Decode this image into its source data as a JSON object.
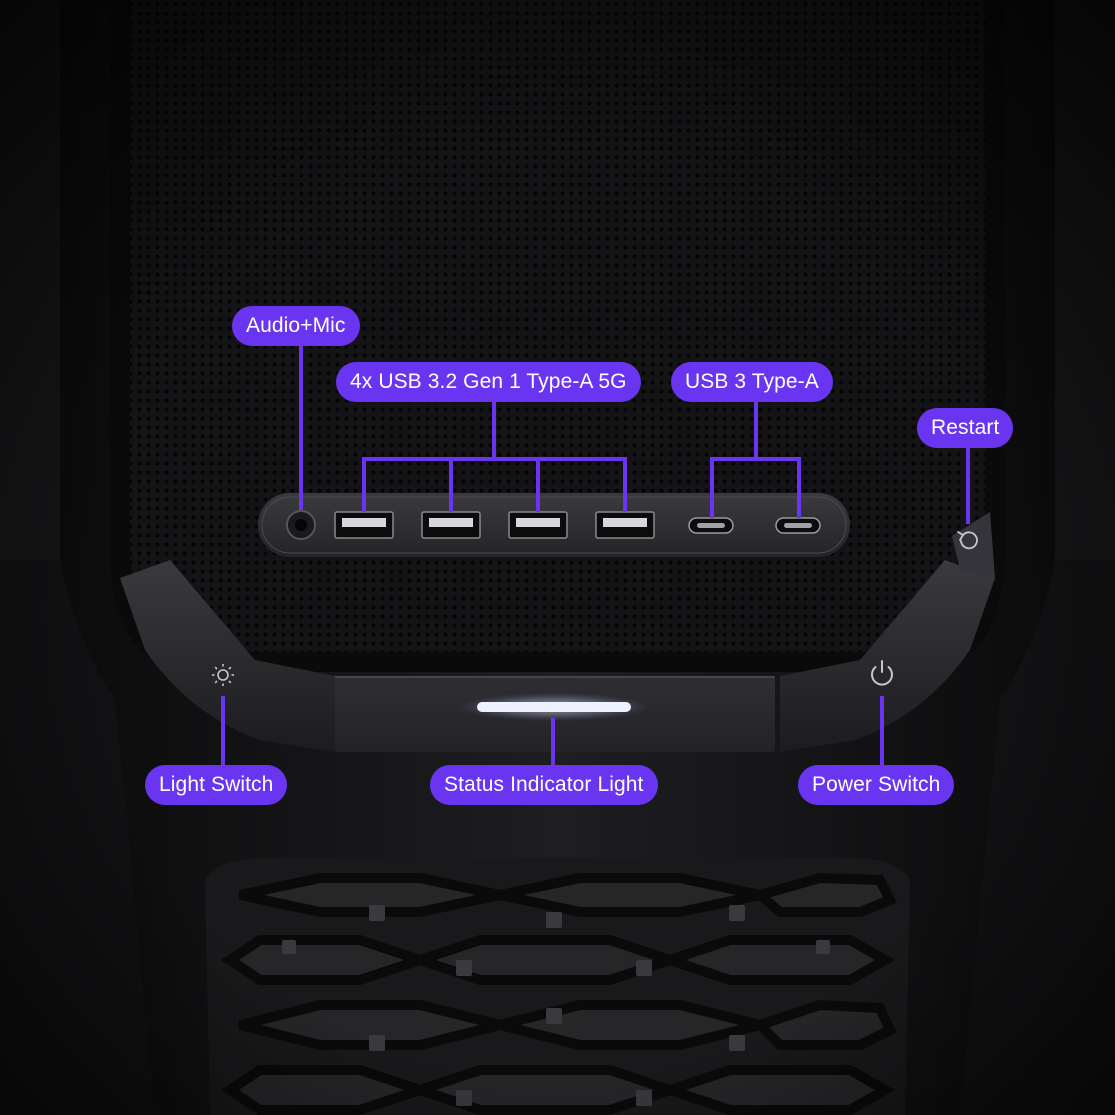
{
  "labels": {
    "audio_mic": "Audio+Mic",
    "usb_a": "4x USB 3.2 Gen 1 Type-A 5G",
    "usb_c": "USB 3 Type-A",
    "restart": "Restart",
    "light_switch": "Light Switch",
    "status_light": "Status Indicator Light",
    "power_switch": "Power Switch"
  },
  "colors": {
    "accent": "#6a35f0",
    "label_text": "#ffffff",
    "background": "#050506",
    "chassis": "#1b1b1d",
    "panel": "#2a2a2d",
    "status_light": "#e8ecff"
  },
  "icons": {
    "light_switch": "sun-icon",
    "power_switch": "power-icon",
    "restart": "restart-icon",
    "audio_jack": "audio-jack-icon",
    "usb_a_port": "usb-a-port-icon",
    "usb_c_port": "usb-c-port-icon"
  }
}
